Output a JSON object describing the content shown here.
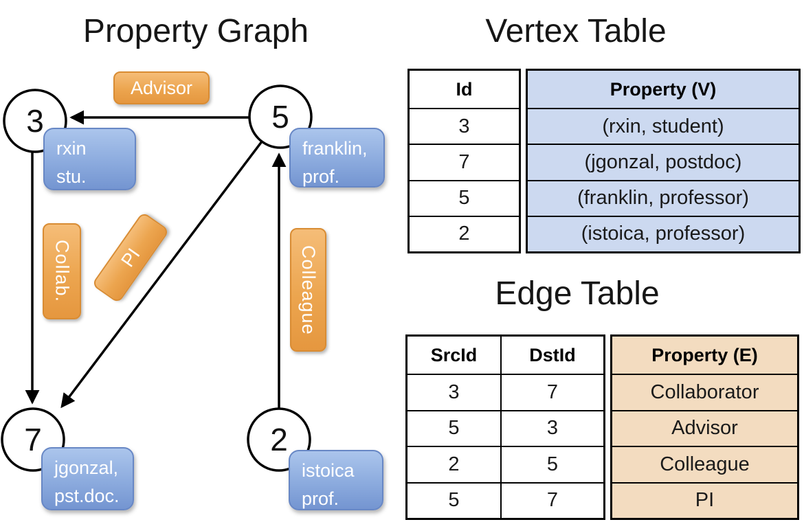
{
  "graph": {
    "title": "Property Graph",
    "nodes": [
      {
        "id": "3"
      },
      {
        "id": "5"
      },
      {
        "id": "7"
      },
      {
        "id": "2"
      }
    ],
    "edge_labels": {
      "advisor": "Advisor",
      "collab": "Collab.",
      "pi": "PI",
      "colleague": "Colleague"
    },
    "vertex_labels": {
      "rxin": {
        "line1": "rxin",
        "line2": "stu."
      },
      "franklin": {
        "line1": "franklin,",
        "line2": "prof."
      },
      "jgonzal": {
        "line1": "jgonzal,",
        "line2": "pst.doc."
      },
      "istoica": {
        "line1": "istoica",
        "line2": "prof."
      }
    }
  },
  "vertex_table": {
    "title": "Vertex Table",
    "headers": {
      "id": "Id",
      "property": "Property (V)"
    },
    "rows": [
      {
        "id": "3",
        "property": "(rxin, student)"
      },
      {
        "id": "7",
        "property": "(jgonzal, postdoc)"
      },
      {
        "id": "5",
        "property": "(franklin, professor)"
      },
      {
        "id": "2",
        "property": "(istoica, professor)"
      }
    ]
  },
  "edge_table": {
    "title": "Edge Table",
    "headers": {
      "src": "SrcId",
      "dst": "DstId",
      "property": "Property (E)"
    },
    "rows": [
      {
        "src": "3",
        "dst": "7",
        "property": "Collaborator"
      },
      {
        "src": "5",
        "dst": "3",
        "property": "Advisor"
      },
      {
        "src": "2",
        "dst": "5",
        "property": "Colleague"
      },
      {
        "src": "5",
        "dst": "7",
        "property": "PI"
      }
    ]
  },
  "colors": {
    "edge_label_orange": "#eca54f",
    "vertex_label_blue": "#8cabde",
    "vertex_property_bg": "#ccd9f0",
    "edge_property_bg": "#f3dcc0",
    "line_black": "#000000"
  }
}
